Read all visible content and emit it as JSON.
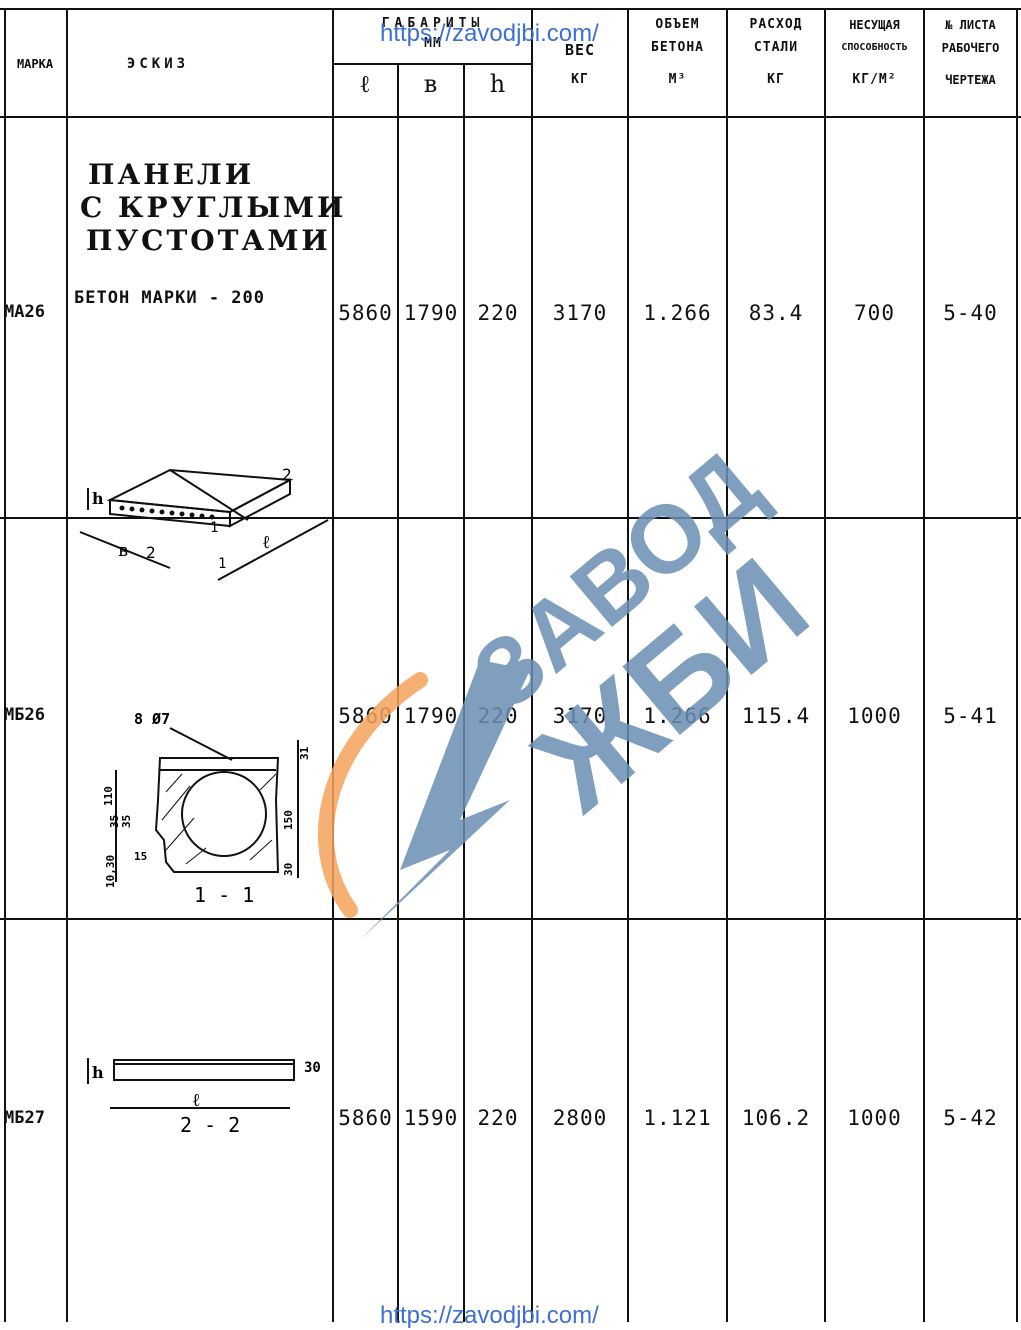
{
  "headers": {
    "mark": "МАРКА",
    "sketch": "ЭСКИЗ",
    "dims_title": "ГАБАРИТЫ",
    "dims_unit": "ММ",
    "dim_l": "ℓ",
    "dim_b": "в",
    "dim_h": "h",
    "weight": "ВЕС",
    "weight_unit": "КГ",
    "volume_line1": "ОБЪЕМ",
    "volume_line2": "БЕТОНА",
    "volume_unit": "М³",
    "steel_line1": "РАСХОД",
    "steel_line2": "СТАЛИ",
    "steel_unit": "КГ",
    "capacity_line1": "НЕСУЩАЯ",
    "capacity_line2": "СПОСОБНОСТЬ",
    "capacity_unit": "КГ/М²",
    "sheet_line1": "№ ЛИСТА",
    "sheet_line2": "РАБОЧЕГО",
    "sheet_line3": "ЧЕРТЕЖА"
  },
  "rows": [
    {
      "mark": "МА26",
      "l": "5860",
      "b": "1790",
      "h": "220",
      "weight": "3170",
      "volume": "1.266",
      "steel": "83.4",
      "capacity": "700",
      "sheet": "5-40"
    },
    {
      "mark": "МБ26",
      "l": "5860",
      "b": "1790",
      "h": "220",
      "weight": "3170",
      "volume": "1.266",
      "steel": "115.4",
      "capacity": "1000",
      "sheet": "5-41"
    },
    {
      "mark": "МБ27",
      "l": "5860",
      "b": "1590",
      "h": "220",
      "weight": "2800",
      "volume": "1.121",
      "steel": "106.2",
      "capacity": "1000",
      "sheet": "5-42"
    }
  ],
  "sketch": {
    "title_line1": "ПАНЕЛИ",
    "title_line2": "С КРУГЛЫМИ",
    "title_line3": "ПУСТОТАМИ",
    "concrete": "БЕТОН МАРКИ - 200",
    "iso_l": "ℓ",
    "iso_b": "в",
    "iso_h": "h",
    "iso_cut": "1",
    "iso_cut2": "2",
    "rebar": "8 Ø7",
    "dim_110": "110",
    "dim_35a": "35",
    "dim_35b": "35",
    "dim_10_30": "10,30",
    "dim_15": "15",
    "dim_31": "31",
    "dim_150": "150",
    "dim_30": "30",
    "section1": "1 - 1",
    "sec2_h": "h",
    "sec2_l": "ℓ",
    "sec2_30": "30",
    "section2": "2 - 2"
  },
  "watermark": {
    "url_top": "https://zavodjbi.com/",
    "url_bottom": "https://zavodjbi.com/",
    "logo_word1": "ЗАВОД",
    "logo_word2": "ЖБИ",
    "logo_color": "#6b8fb4",
    "arc_color": "#f5a35c",
    "url_color": "#3e6fd6"
  }
}
